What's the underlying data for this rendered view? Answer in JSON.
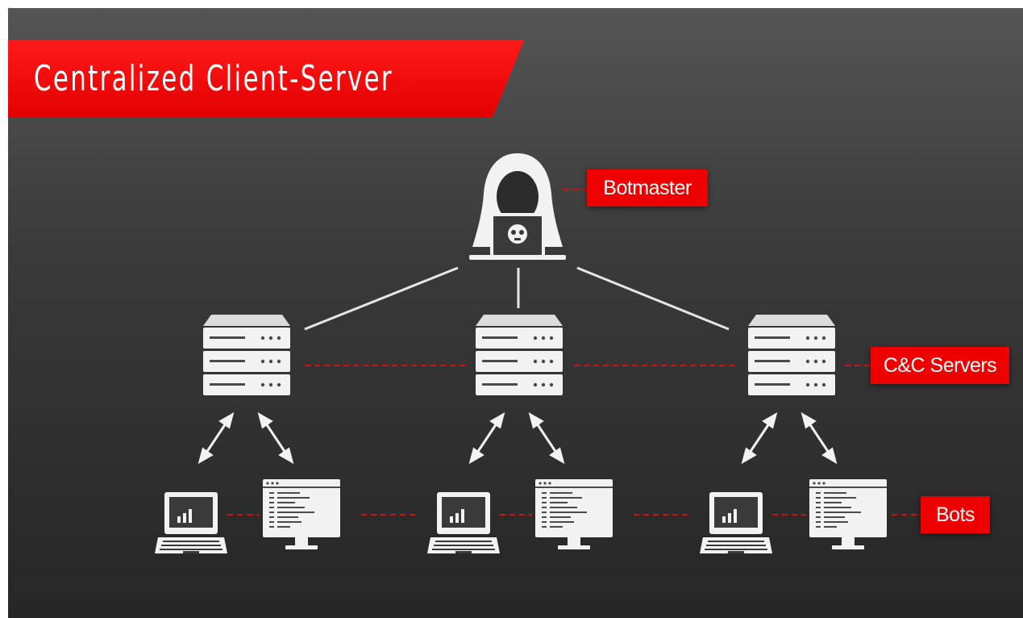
{
  "title": "Centralized Client-Server",
  "labels": {
    "botmaster": "Botmaster",
    "servers": "C&C Servers",
    "bots": "Bots"
  },
  "colors": {
    "accent": "#ee0000",
    "background_top": "#555555",
    "background_bottom": "#262626",
    "icon": "#f2f2f2"
  },
  "icons": [
    "hooded-hacker-icon",
    "server-rack-icon",
    "laptop-icon",
    "monitor-icon",
    "double-arrow-icon"
  ]
}
